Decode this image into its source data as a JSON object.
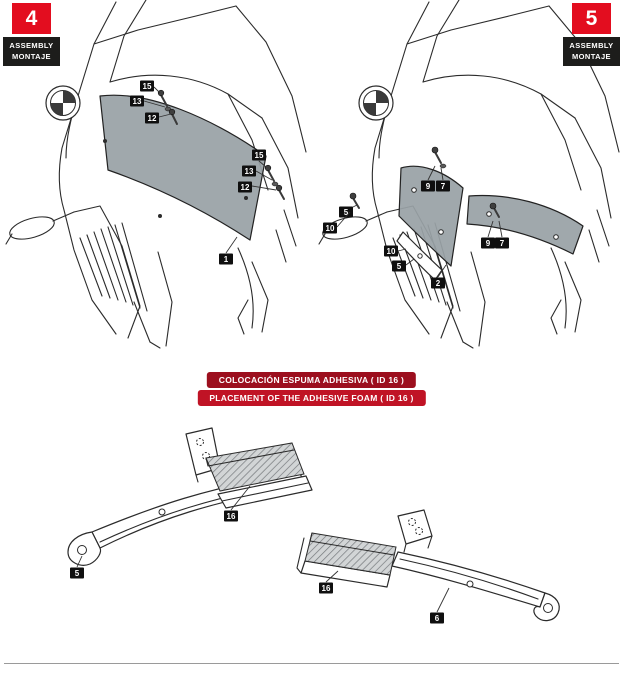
{
  "steps": {
    "step4": {
      "number": "4",
      "label_top": "ASSEMBLY",
      "label_bottom": "MONTAJE",
      "callouts": [
        "15",
        "13",
        "12",
        "15",
        "13",
        "12",
        "1"
      ]
    },
    "step5": {
      "number": "5",
      "label_top": "ASSEMBLY",
      "label_bottom": "MONTAJE",
      "callouts": [
        "9",
        "7",
        "5",
        "10",
        "10",
        "5",
        "2",
        "9",
        "7"
      ]
    }
  },
  "foam_banner": {
    "line_es": "COLOCACIÓN ESPUMA ADHESIVA ( ID 16 )",
    "line_en": "PLACEMENT OF THE ADHESIVE FOAM ( ID 16 )"
  },
  "foam_section": {
    "left": {
      "foam_id": "16",
      "part_id": "5"
    },
    "right": {
      "foam_id": "16",
      "part_id": "6"
    }
  },
  "colors": {
    "accent_red": "#e30d1f",
    "banner_red_dark": "#9c0f1e",
    "banner_red": "#c01325",
    "label_black": "#1d1d1b",
    "screen_gray": "#99a1a6"
  }
}
